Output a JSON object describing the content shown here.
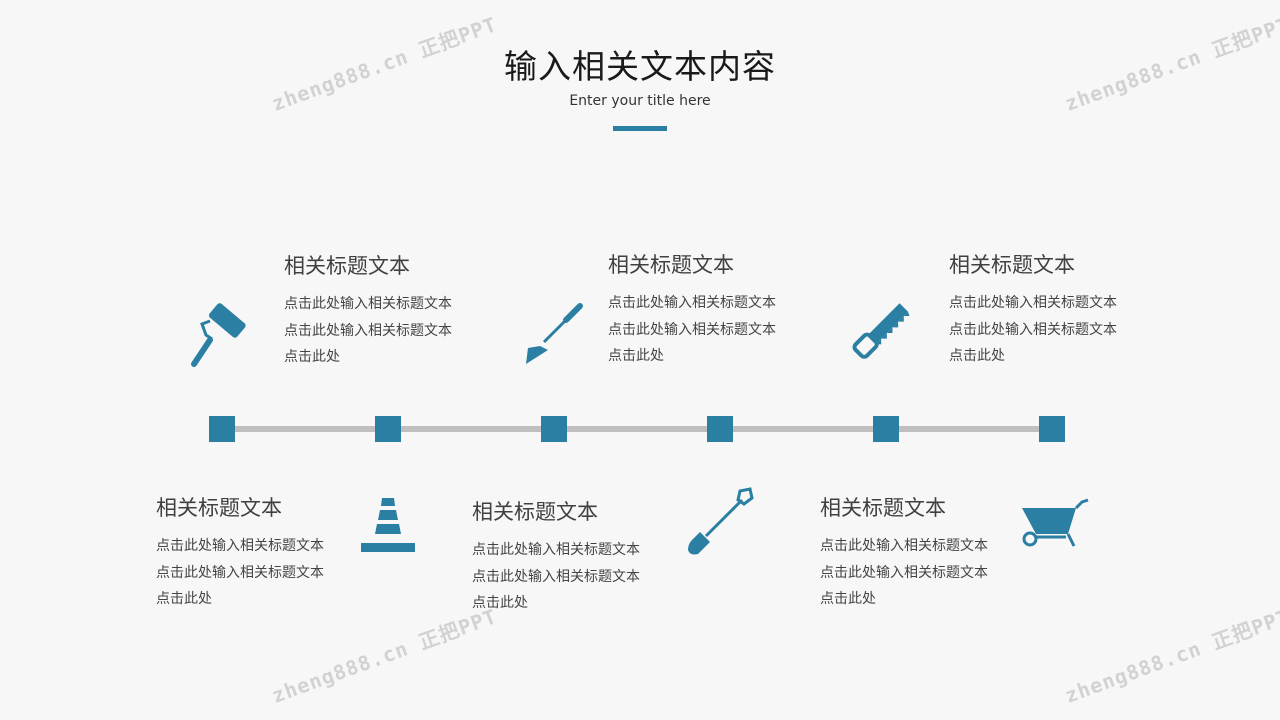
{
  "header": {
    "title": "输入相关文本内容",
    "subtitle": "Enter your title here"
  },
  "items": [
    {
      "title": "相关标题文本",
      "line1": "点击此处输入相关标题文本",
      "line2": "点击此处输入相关标题文本",
      "line3": "点击此处",
      "icon": "paint-roller-icon"
    },
    {
      "title": "相关标题文本",
      "line1": "点击此处输入相关标题文本",
      "line2": "点击此处输入相关标题文本",
      "line3": "点击此处",
      "icon": "trowel-icon"
    },
    {
      "title": "相关标题文本",
      "line1": "点击此处输入相关标题文本",
      "line2": "点击此处输入相关标题文本",
      "line3": "点击此处",
      "icon": "saw-icon"
    },
    {
      "title": "相关标题文本",
      "line1": "点击此处输入相关标题文本",
      "line2": "点击此处输入相关标题文本",
      "line3": "点击此处",
      "icon": "traffic-cone-icon"
    },
    {
      "title": "相关标题文本",
      "line1": "点击此处输入相关标题文本",
      "line2": "点击此处输入相关标题文本",
      "line3": "点击此处",
      "icon": "shovel-icon"
    },
    {
      "title": "相关标题文本",
      "line1": "点击此处输入相关标题文本",
      "line2": "点击此处输入相关标题文本",
      "line3": "点击此处",
      "icon": "wheelbarrow-icon"
    }
  ],
  "watermark": "zheng888.cn 正把PPT",
  "colors": {
    "accent": "#2a7fa3",
    "timeline": "#bfbfbf",
    "background": "#f7f7f7"
  }
}
